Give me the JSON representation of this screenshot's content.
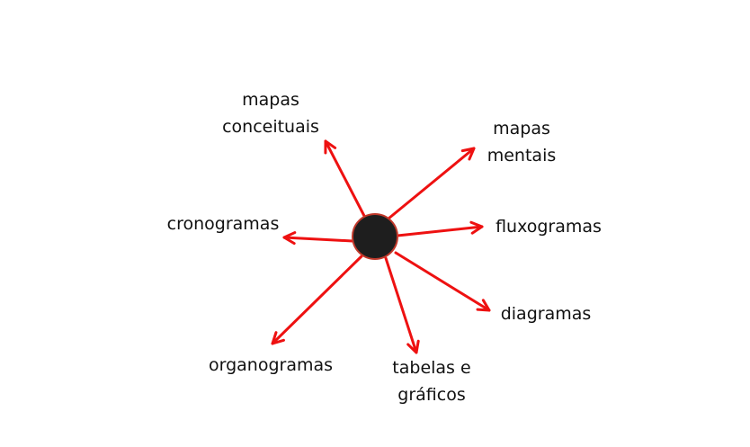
{
  "colors": {
    "arrow": "#ee1111",
    "hub_fill": "#1e1e1e",
    "hub_stroke": "#c0392b",
    "text": "#111111"
  },
  "labels": {
    "mapas_conceituais": [
      "mapas",
      "conceituais"
    ],
    "mapas_mentais": [
      "mapas",
      "mentais"
    ],
    "fluxogramas": "fluxogramas",
    "diagramas": "diagramas",
    "tabelas_graficos": [
      "tabelas e",
      "gráficos"
    ],
    "organogramas": "organogramas",
    "cronogramas": "cronogramas"
  }
}
